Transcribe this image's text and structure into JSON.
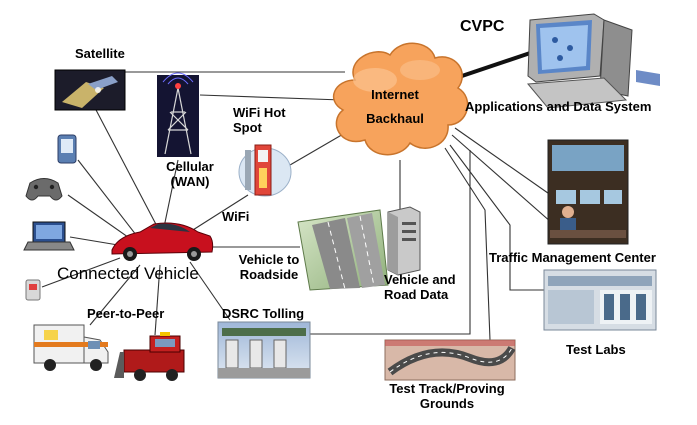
{
  "labels": {
    "satellite": "Satellite",
    "cellular_line1": "Cellular",
    "cellular_line2": "(WAN)",
    "wifi_hotspot_line1": "WiFi Hot",
    "wifi_hotspot_line2": "Spot",
    "wifi": "WiFi",
    "internet_line1": "Internet",
    "internet_line2": "Backhaul",
    "cvpc": "CVPC",
    "applications": "Applications and Data System",
    "traffic_center": "Traffic Management Center",
    "test_labs": "Test Labs",
    "connected_vehicle": "Connected Vehicle",
    "peer_to_peer": "Peer-to-Peer",
    "dsrc_tolling": "DSRC Tolling",
    "v2r_line1": "Vehicle to",
    "v2r_line2": "Roadside",
    "vrd_line1": "Vehicle and",
    "vrd_line2": "Road Data",
    "track_line1": "Test Track/Proving",
    "track_line2": "Grounds"
  },
  "colors": {
    "cloud_fill": "#f7a35c",
    "cloud_stroke": "#c8742c",
    "car_red": "#c8101e",
    "line": "#333333"
  },
  "icons": [
    "satellite-icon",
    "cellular-tower-icon",
    "wifi-kiosk-icon",
    "pda-icon",
    "gamepad-icon",
    "laptop-icon",
    "small-device-icon",
    "connected-car-icon",
    "ambulance-icon",
    "snowplow-truck-icon",
    "toll-plaza-icon",
    "roadside-highway-icon",
    "server-icon",
    "test-track-icon",
    "test-labs-icon",
    "traffic-center-icon",
    "cvpc-computer-icon",
    "internet-cloud-icon"
  ]
}
